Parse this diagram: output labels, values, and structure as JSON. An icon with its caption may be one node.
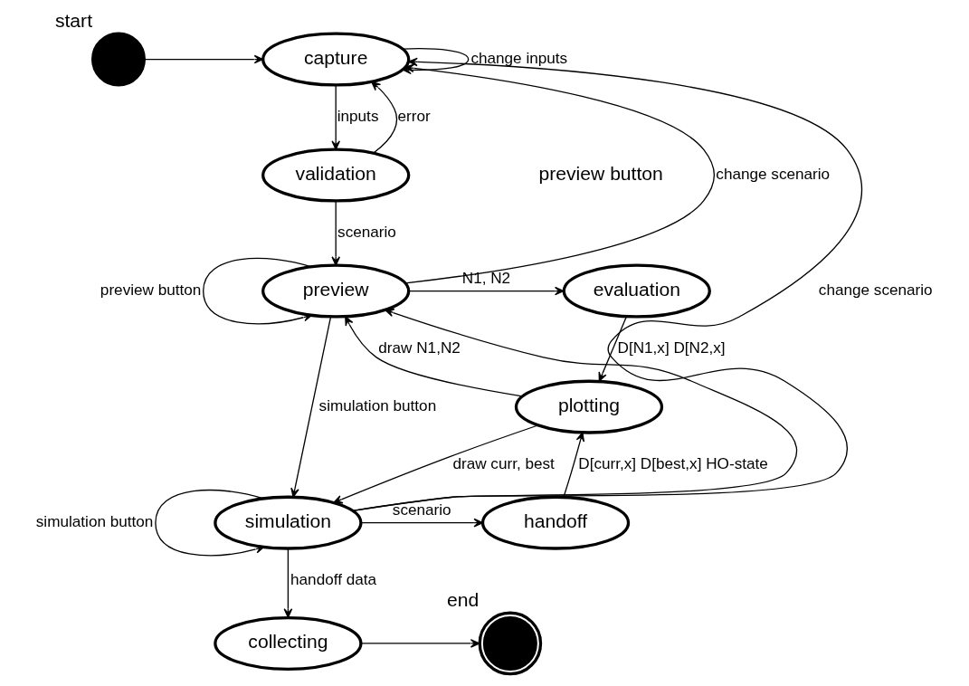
{
  "diagram": {
    "nodes": [
      {
        "text": [],
        "shape": "circle",
        "beside": [
          "start"
        ]
      },
      {
        "text": [
          "capture"
        ]
      },
      {
        "text": [
          "validation"
        ]
      },
      {
        "text": [
          "preview"
        ]
      },
      {
        "text": [
          "evaluation"
        ]
      },
      {
        "text": [
          "plotting"
        ]
      },
      {
        "text": [
          "simulation"
        ]
      },
      {
        "text": [
          "handoff"
        ]
      },
      {
        "text": [
          "collecting"
        ]
      },
      {
        "text": [],
        "shape": "bullseye",
        "beside": [
          "end"
        ]
      }
    ],
    "edges": [
      {
        "from": 0,
        "to": 1,
        "arrow": "to"
      },
      {
        "from": 1,
        "to": 1,
        "arrow": "to",
        "label": "change inputs"
      },
      {
        "from": 1,
        "to": 2,
        "arrow": "to",
        "label": "inputs"
      },
      {
        "from": 2,
        "to": 1,
        "arrow": "to",
        "label": "error"
      },
      {
        "from": 2,
        "to": 3,
        "arrow": "to",
        "label": "scenario"
      },
      {
        "from": 3,
        "to": 1,
        "arrow": "to",
        "label": "change scenario"
      },
      {
        "from": 3,
        "to": 3,
        "arrow": "to",
        "label": "preview button"
      },
      {
        "from": 3,
        "to": 4,
        "arrow": "to",
        "label": "N1, N2"
      },
      {
        "from": 4,
        "to": 5,
        "arrow": "to",
        "label": "D[N1,x] D[N2,x]"
      },
      {
        "from": 5,
        "to": 3,
        "arrow": "to",
        "label": "draw N1,N2"
      },
      {
        "from": 5,
        "to": 6,
        "arrow": "to",
        "label": "draw curr, best"
      },
      {
        "from": 3,
        "to": 6,
        "arrow": "to",
        "label": "simulation button"
      },
      {
        "from": 6,
        "to": 3,
        "arrow": "to"
      },
      {
        "from": 6,
        "to": 1,
        "arrow": "to",
        "label": "change scenario"
      },
      {
        "from": 6,
        "to": 6,
        "arrow": "to",
        "label": "simulation button"
      },
      {
        "from": 6,
        "to": 7,
        "arrow": "to",
        "label": "scenario"
      },
      {
        "from": 7,
        "to": 5,
        "arrow": "to",
        "label": "D[curr,x] D[best,x] HO-state"
      },
      {
        "from": 6,
        "to": 8,
        "arrow": "to",
        "label": "handoff data"
      },
      {
        "from": 8,
        "to": 9,
        "arrow": "to"
      }
    ],
    "labels": [
      "preview button"
    ]
  }
}
